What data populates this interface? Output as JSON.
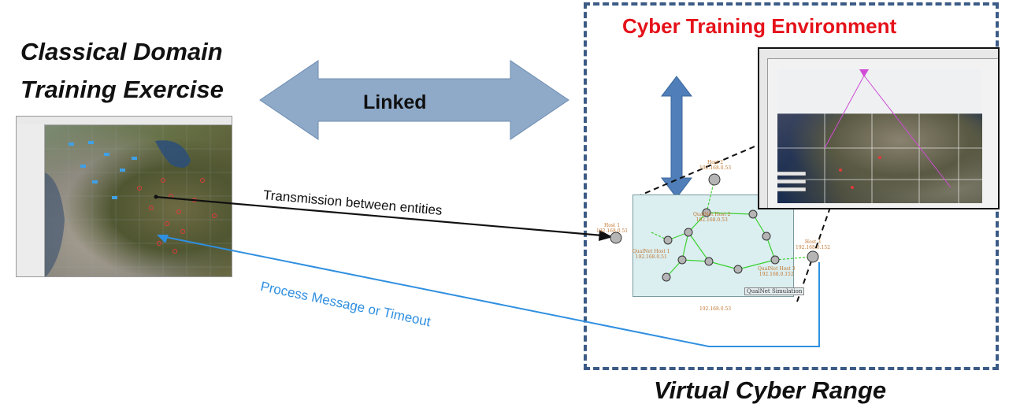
{
  "titles": {
    "left_line1": "Classical Domain",
    "left_line2": "Training Exercise",
    "cyber_env": "Cyber Training Environment",
    "range": "Virtual Cyber Range"
  },
  "arrows": {
    "linked": "Linked",
    "transmission": "Transmission between entities",
    "process": "Process Message or Timeout"
  },
  "network": {
    "hosts": [
      {
        "name": "Host 1",
        "ip": "192.168.0.51"
      },
      {
        "name": "Host 2",
        "ip": "192.168.0.53"
      },
      {
        "name": "QualNet Host 1",
        "ip": "192.168.0.51"
      },
      {
        "name": "QualNet Host 2",
        "ip": "192.168.0.53"
      },
      {
        "name": "Host 3",
        "ip": "192.168.0.152"
      },
      {
        "name": "QualNet Host 3",
        "ip": "192.168.0.152"
      }
    ],
    "bottom_ip": "192.168.0.53",
    "sim_label": "QualNet Simulation"
  },
  "colors": {
    "cyber_env_title": "#e5121a",
    "dashed_border": "#3b5b86",
    "linked_arrow": "#8faac9",
    "vertical_arrow": "#4f7eb8",
    "transmission_line": "#111111",
    "process_line": "#2f8fe0",
    "network_link": "#39d12e"
  }
}
